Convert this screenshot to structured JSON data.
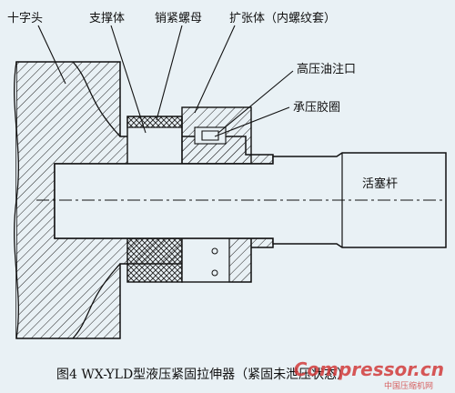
{
  "labels": {
    "cross_head": "十字头",
    "support_body": "支撑体",
    "pin_nut": "销紧螺母",
    "expansion_body": "扩张体（内螺纹套）",
    "oil_inlet": "高压油注口",
    "seal_ring": "承压胶圈",
    "piston_rod": "活塞杆"
  },
  "caption": "图4  WX-YLD型液压紧固拉伸器（紧固未泄压状态）",
  "watermark": {
    "main": "Compressor.cn",
    "sub": "中国压缩机网"
  },
  "colors": {
    "background": "#e9f1f5",
    "line": "#111111",
    "watermark": "#d23b3b"
  }
}
